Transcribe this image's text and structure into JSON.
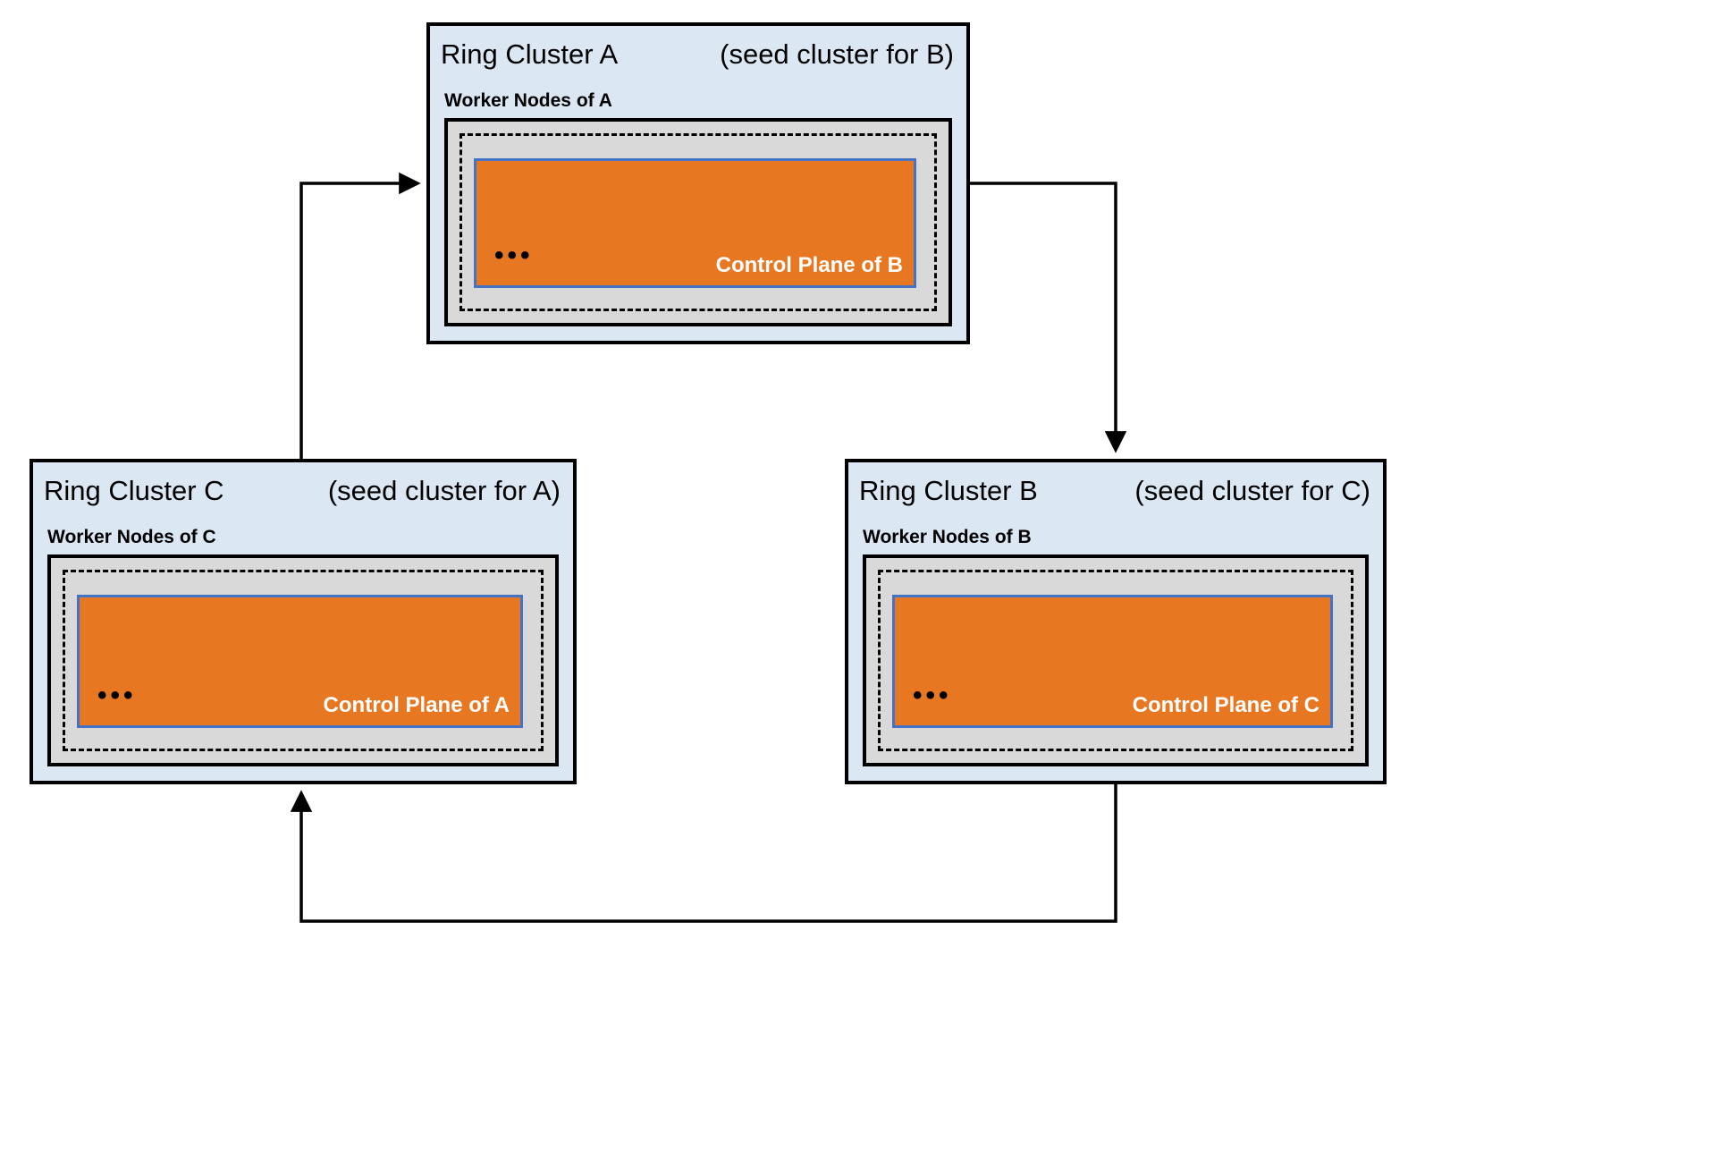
{
  "diagram": {
    "clusters": [
      {
        "id": "A",
        "title": "Ring Cluster A",
        "subtitle": "(seed cluster for B)",
        "worker_label": "Worker Nodes of A",
        "dots": "•••",
        "control_plane_label": "Control Plane of B"
      },
      {
        "id": "B",
        "title": "Ring Cluster B",
        "subtitle": "(seed cluster for C)",
        "worker_label": "Worker Nodes of B",
        "dots": "•••",
        "control_plane_label": "Control Plane of C"
      },
      {
        "id": "C",
        "title": "Ring Cluster C",
        "subtitle": "(seed cluster for A)",
        "worker_label": "Worker Nodes of C",
        "dots": "•••",
        "control_plane_label": "Control Plane of A"
      }
    ],
    "arrows": [
      {
        "from": "A",
        "to": "B"
      },
      {
        "from": "B",
        "to": "C"
      },
      {
        "from": "C",
        "to": "A"
      }
    ],
    "colors": {
      "cluster_bg": "#dbe7f3",
      "worker_bg": "#d9d9d9",
      "control_plane_bg": "#e87722",
      "control_plane_border": "#4472c4",
      "line": "#000000"
    }
  }
}
